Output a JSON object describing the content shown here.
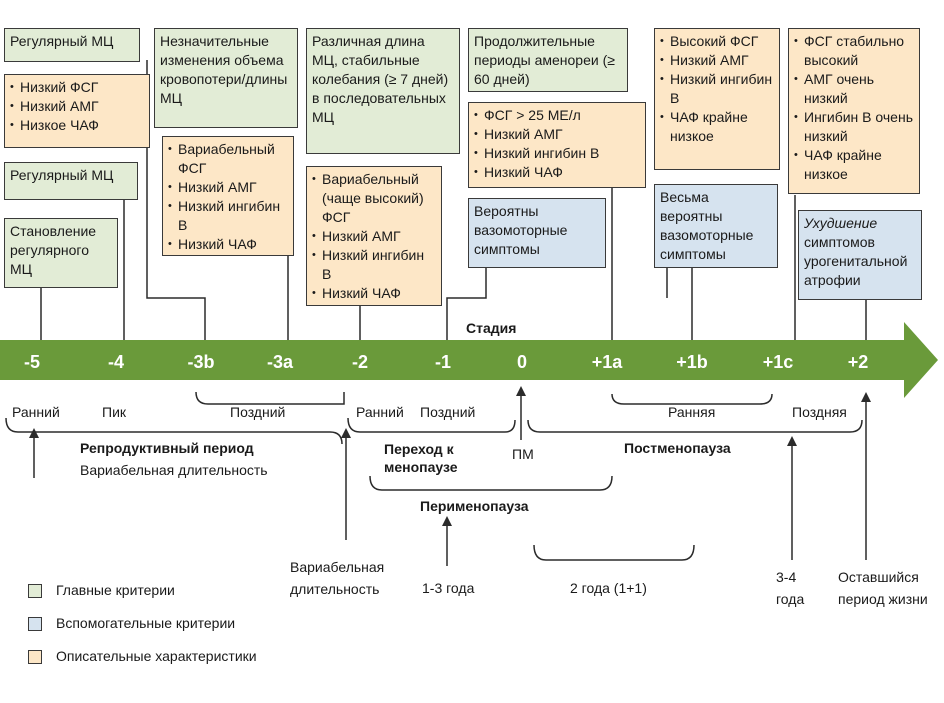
{
  "stage_header": "Стадия",
  "stages": [
    "-5",
    "-4",
    "-3b",
    "-3a",
    "-2",
    "-1",
    "0",
    "+1a",
    "+1b",
    "+1c",
    "+2"
  ],
  "boxes": {
    "b1_main": "Регулярный МЦ",
    "b1_desc": [
      "Низкий ФСГ",
      "Низкий АМГ",
      "Низкое ЧАФ"
    ],
    "b0_main": "Регулярный МЦ",
    "b0_sub": "Становление регулярного МЦ",
    "b2_main": "Незначительные изменения объема кровопотери/длины МЦ",
    "b2_desc": [
      "Вариабельный ФСГ",
      "Низкий АМГ",
      "Низкий ингибин В",
      "Низкий ЧАФ"
    ],
    "b3_main": "Различная длина МЦ, стабильные колебания (≥ 7 дней) в последовательных МЦ",
    "b3_desc": [
      "Вариабельный (чаще высокий) ФСГ",
      "Низкий АМГ",
      "Низкий ингибин В",
      "Низкий ЧАФ"
    ],
    "b4_main": "Продолжительные периоды аменореи (≥ 60 дней)",
    "b4_desc": [
      "ФСГ > 25 МЕ/л",
      "Низкий АМГ",
      "Низкий ингибин В",
      "Низкий ЧАФ"
    ],
    "b4_supp": "Вероятны вазомоторные симптомы",
    "b5_desc": [
      "Высокий ФСГ",
      "Низкий АМГ",
      "Низкий ингибин В",
      "ЧАФ крайне низкое"
    ],
    "b5_supp": "Весьма вероятны вазомоторные симптомы",
    "b6_desc": [
      "ФСГ стабильно высокий",
      "АМГ очень низкий",
      "Ингибин В очень низкий",
      "ЧАФ крайне низкое"
    ],
    "b6_supp_em": "Ухудшение",
    "b6_supp_rest": " симптомов урогенитальной атрофии"
  },
  "below": {
    "early": "Ранний",
    "peak": "Пик",
    "late": "Поздний",
    "early2": "Ранний",
    "late2": "Поздний",
    "early3": "Ранняя",
    "late3": "Поздняя",
    "reproductive": "Репродуктивный период",
    "reproductive_var": "Вариабельная длительность",
    "transition": "Переход к менопаузе",
    "pm": "ПМ",
    "postmenopause": "Постменопауза",
    "perimenopause": "Перименопауза",
    "var_duration": "Вариабельная длительность",
    "years_1_3": "1-3 года",
    "years_2": "2 года (1+1)",
    "years_3_4": "3-4 года",
    "remaining": "Оставшийся период жизни"
  },
  "legend": {
    "main": "Главные критерии",
    "supp": "Вспомогательные  критерии",
    "desc": "Описательные характеристики"
  },
  "colors": {
    "arrow": "#6a9a3a",
    "main": "#e2ecd6",
    "supp": "#d6e3ef",
    "desc": "#fde7c7"
  }
}
